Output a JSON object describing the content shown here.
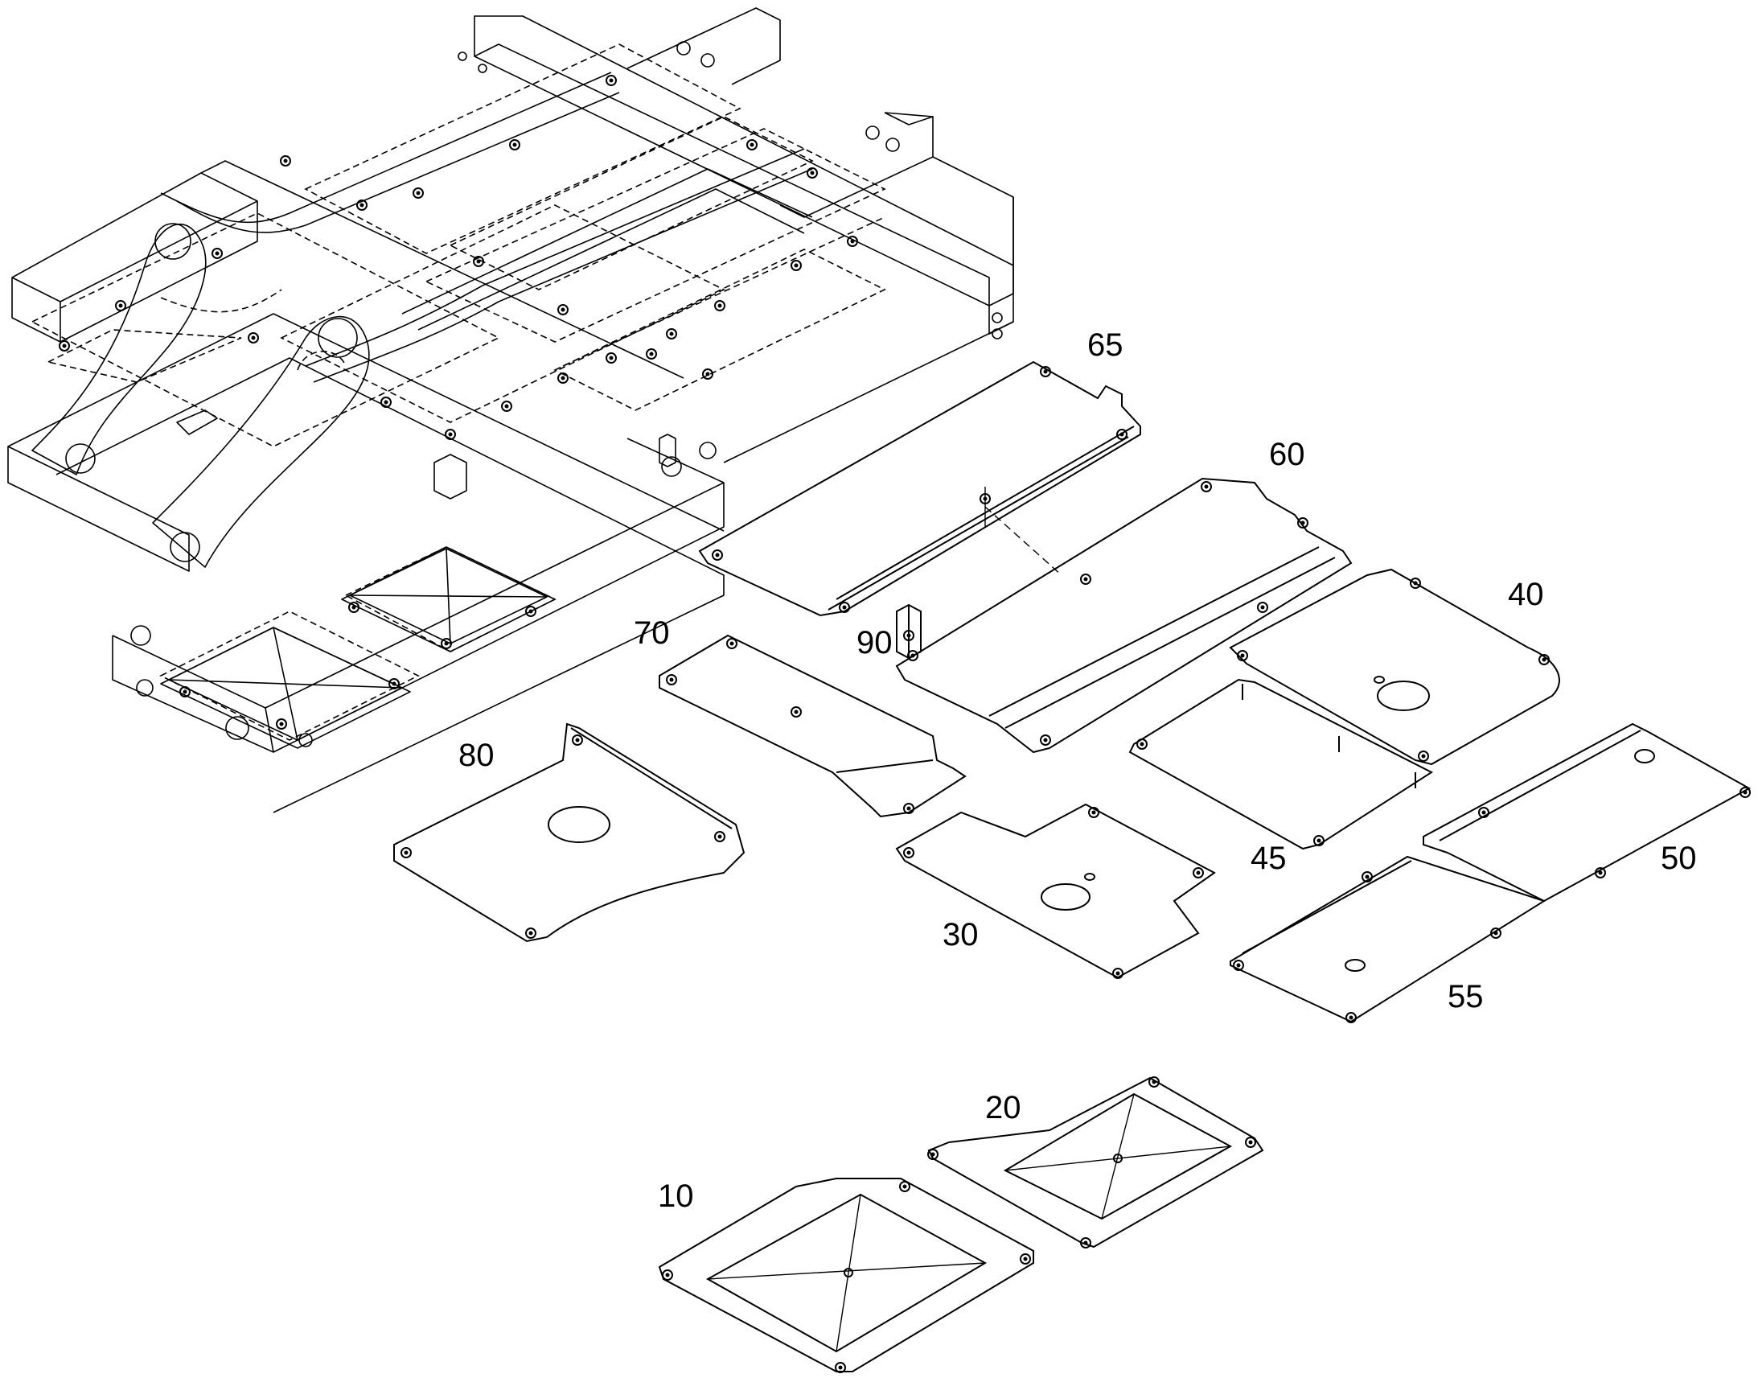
{
  "diagram": {
    "colors": {
      "line": "#000000",
      "background": "#ffffff"
    },
    "callouts": {
      "p10": "10",
      "p20": "20",
      "p30": "30",
      "p40": "40",
      "p45": "45",
      "p50": "50",
      "p55": "55",
      "p60": "60",
      "p65": "65",
      "p70": "70",
      "p80": "80",
      "p90": "90"
    }
  }
}
